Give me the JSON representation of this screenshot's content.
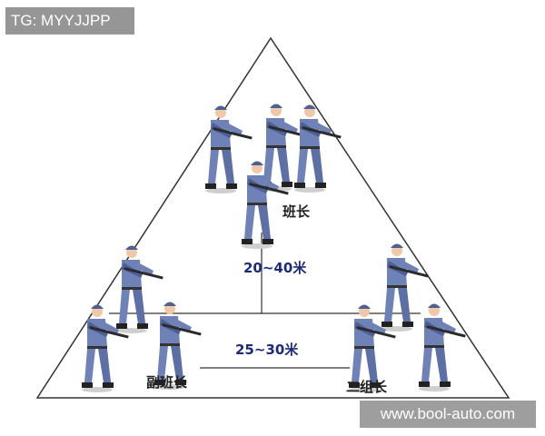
{
  "watermarks": {
    "top_left": "TG: MYYJJPP",
    "bottom_right": "www.bool-auto.com"
  },
  "labels": {
    "squad_leader": "班长",
    "deputy_squad_leader": "副班长",
    "second_group_leader": "二组长"
  },
  "distances": {
    "upper": "20~40米",
    "lower": "25~30米"
  },
  "icons": {
    "soldier": "soldier-with-rifle-icon"
  },
  "colors": {
    "uniform": "#6f82b8",
    "uniform_shadow": "#4d5f93",
    "distance_text": "#1b2a7a",
    "lines": "#333333"
  }
}
